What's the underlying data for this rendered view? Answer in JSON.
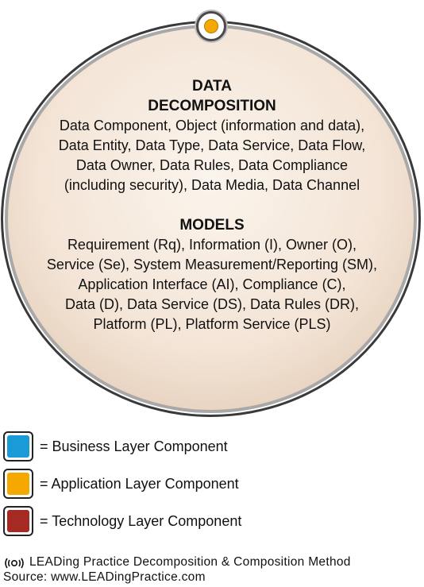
{
  "decomposition": {
    "heading_line1": "DATA",
    "heading_line2": "DECOMPOSITION",
    "lines": [
      "Data Component, Object (information and data),",
      "Data Entity, Data Type, Data Service, Data Flow,",
      "Data Owner, Data Rules, Data Compliance",
      "(including security), Data Media, Data Channel"
    ]
  },
  "models": {
    "heading": "MODELS",
    "lines": [
      "Requirement (Rq), Information (I), Owner (O),",
      "Service (Se), System Measurement/Reporting (SM),",
      "Application Interface (AI), Compliance (C),",
      "Data (D), Data Service (DS), Data Rules (DR),",
      "Platform (PL), Platform Service (PLS)"
    ]
  },
  "connector": {
    "color": "#f5a900",
    "layer": "Application Layer Component"
  },
  "legend": [
    {
      "label": "= Business Layer Component",
      "color": "#1a9ad6"
    },
    {
      "label": "= Application Layer Component",
      "color": "#f5a900"
    },
    {
      "label": "= Technology Layer Component",
      "color": "#a52a22"
    }
  ],
  "footer": {
    "logo_text": "LEA",
    "line1_rest": "Ding Practice Decomposition & Composition Method",
    "line2": "Source: www.LEADingPractice.com"
  }
}
